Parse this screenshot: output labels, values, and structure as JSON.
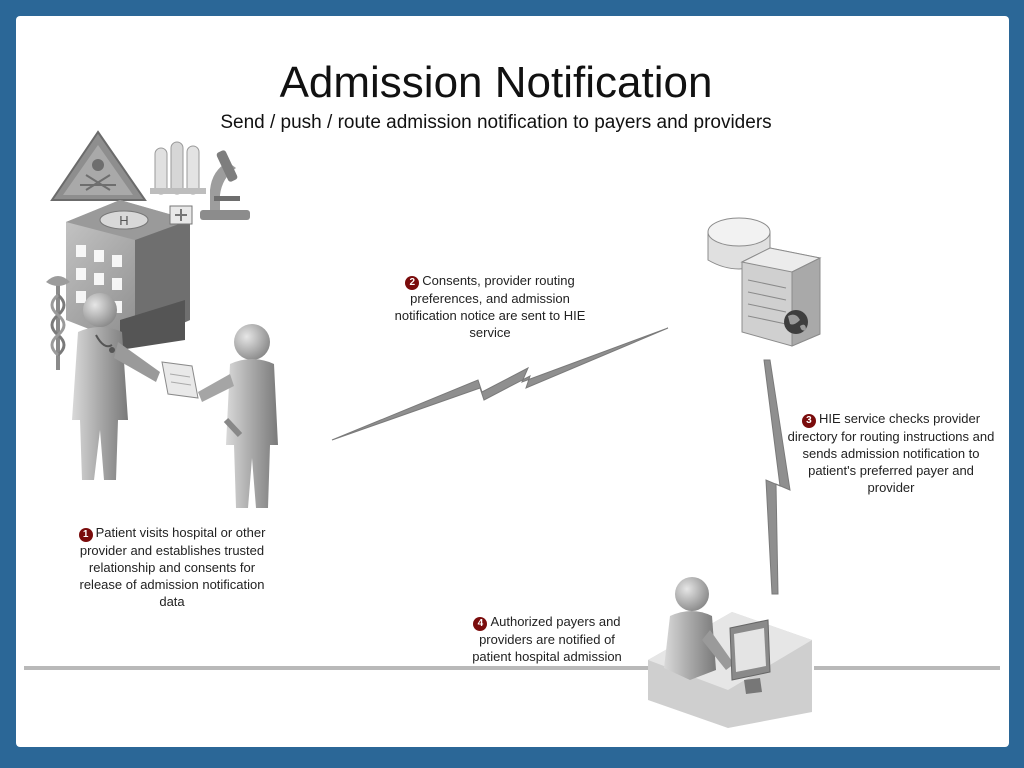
{
  "title": "Admission Notification",
  "subtitle": "Send / push / route admission notification to payers and providers",
  "steps": [
    {
      "num": "1",
      "text": "Patient visits hospital or other provider and establishes trusted relationship and consents for release of admission notification data"
    },
    {
      "num": "2",
      "text": "Consents, provider routing preferences, and admission notification notice are sent to HIE service"
    },
    {
      "num": "3",
      "text": "HIE service checks provider directory for routing instructions and sends admission notification to patient's preferred payer and provider"
    },
    {
      "num": "4",
      "text": "Authorized payers and providers are notified of patient hospital admission"
    }
  ],
  "hospital_sign": "H",
  "colors": {
    "background": "#2b6797",
    "badge": "#7a0c0c",
    "figure": "#9a9a9a"
  },
  "icons": [
    "hazard-sign-icon",
    "test-tubes-icon",
    "microscope-icon",
    "hospital-icon",
    "caduceus-icon",
    "doctor-figure-icon",
    "patient-figure-icon",
    "lightning-connector-icon",
    "server-icon",
    "database-icon",
    "globe-icon",
    "desk-worker-icon"
  ]
}
